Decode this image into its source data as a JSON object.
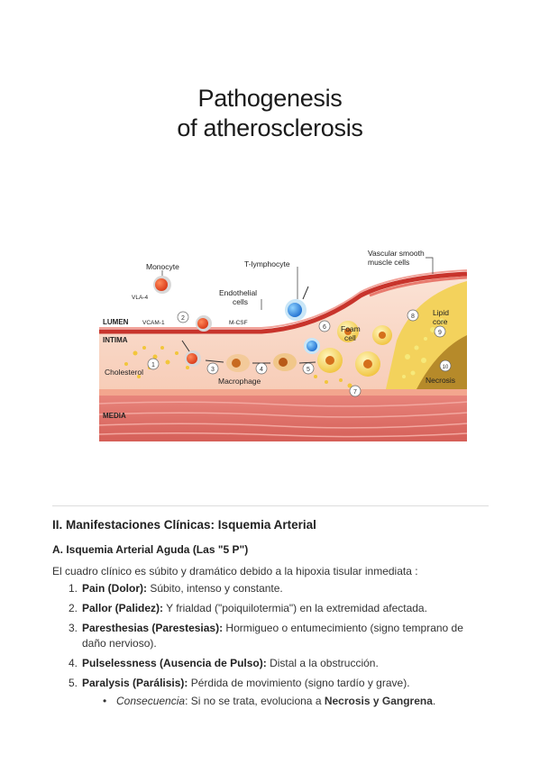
{
  "title": {
    "line1": "Pathogenesis",
    "line2": "of atherosclerosis"
  },
  "figure": {
    "labels": {
      "monocyte": "Monocyte",
      "vla4": "VLA-4",
      "t_lymphocyte": "T-lymphocyte",
      "vascular_smooth_1": "Vascular smooth",
      "vascular_smooth_2": "muscle cells",
      "endothelial_1": "Endothelial",
      "endothelial_2": "cells",
      "lumen": "LUMEN",
      "vcam1": "VCAM-1",
      "mcsf": "M-CSF",
      "intima": "INTIMA",
      "cholesterol": "Cholesterol",
      "macrophage": "Macrophage",
      "foam_1": "Foam",
      "foam_2": "cell",
      "lipid_1": "Lipid",
      "lipid_2": "core",
      "necrosis": "Necrosis",
      "media": "MEDIA"
    },
    "steps": [
      "1",
      "2",
      "3",
      "4",
      "5",
      "6",
      "7",
      "8",
      "9",
      "10"
    ]
  },
  "section": {
    "heading": "II. Manifestaciones Clínicas: Isquemia Arterial",
    "subheading": "A. Isquemia Arterial Aguda (Las \"5 P\")",
    "intro": "El cuadro clínico es súbito y dramático debido a la hipoxia tisular inmediata :",
    "items": [
      {
        "num": "1.",
        "term": "Pain (Dolor):",
        "desc": " Súbito, intenso y constante."
      },
      {
        "num": "2.",
        "term": "Pallor (Palidez):",
        "desc": " Y frialdad (\"poiquilotermia\") en la extremidad afectada."
      },
      {
        "num": "3.",
        "term": "Paresthesias (Parestesias):",
        "desc": " Hormigueo o entumecimiento (signo temprano de daño nervioso)."
      },
      {
        "num": "4.",
        "term": "Pulselessness (Ausencia de Pulso):",
        "desc": " Distal a la obstrucción."
      },
      {
        "num": "5.",
        "term": "Paralysis (Parálisis):",
        "desc": " Pérdida de movimiento (signo tardío y grave)."
      }
    ],
    "sub_bullet": {
      "bullet": "•",
      "label": "Consecuencia",
      "sep": ": Si no se trata, evoluciona a ",
      "strong": "Necrosis y Gangrena",
      "end": "."
    }
  }
}
